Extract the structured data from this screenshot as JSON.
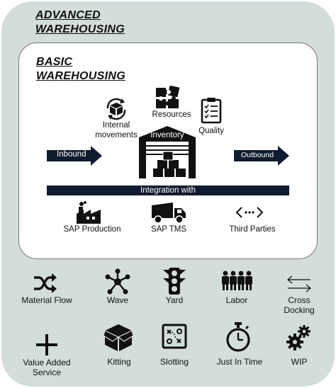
{
  "titles": {
    "advanced_line1": "ADVANCED",
    "advanced_line2": "WAREHOUSING",
    "basic_line1": "BASIC",
    "basic_line2": "WAREHOUSING"
  },
  "basic": {
    "internal_movements_line1": "Internal",
    "internal_movements_line2": "movements",
    "resources": "Resources",
    "quality": "Quality",
    "inventory": "Inventory",
    "inbound": "Inbound",
    "outbound": "Outbound",
    "integration": "Integration with",
    "sap_production": "SAP Production",
    "sap_tms": "SAP TMS",
    "third_parties": "Third Parties"
  },
  "modules_row1": [
    {
      "label": "Material Flow",
      "icon": "shuffle-icon"
    },
    {
      "label": "Wave",
      "icon": "network-icon"
    },
    {
      "label": "Yard",
      "icon": "traffic-light-icon"
    },
    {
      "label": "Labor",
      "icon": "people-icon"
    },
    {
      "label_line1": "Cross",
      "label_line2": "Docking",
      "icon": "swap-arrows-icon"
    }
  ],
  "modules_row2": [
    {
      "label_line1": "Value Added",
      "label_line2": "Service",
      "icon": "plus-icon"
    },
    {
      "label": "Kitting",
      "icon": "box-icon"
    },
    {
      "label": "Slotting",
      "icon": "strategy-board-icon"
    },
    {
      "label": "Just In Time",
      "icon": "stopwatch-icon"
    },
    {
      "label": "WIP",
      "icon": "gears-icon"
    }
  ],
  "colors": {
    "outer_background": "#d3ddd9",
    "dark_navy": "#0f1b2f",
    "inner_background": "#ffffff"
  }
}
